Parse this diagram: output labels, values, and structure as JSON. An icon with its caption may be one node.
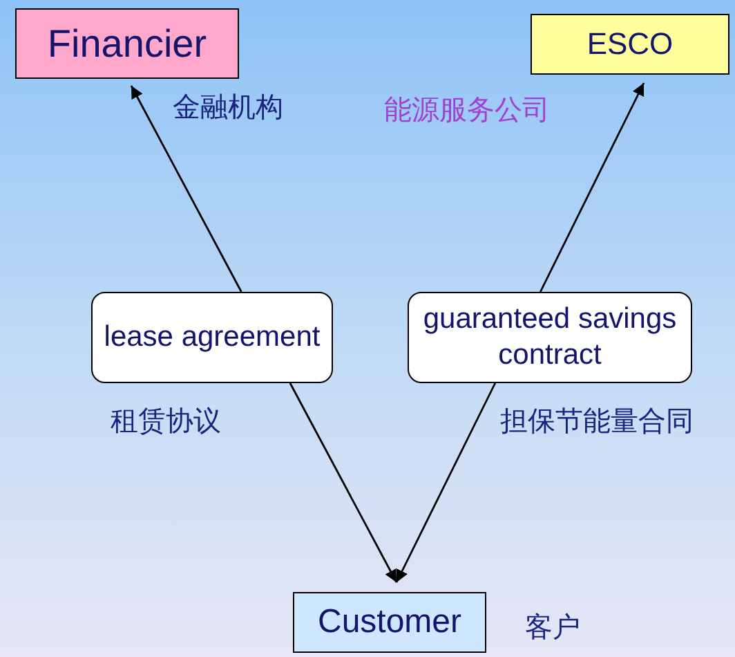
{
  "diagram": {
    "nodes": [
      {
        "text": [
          "Financier"
        ],
        "beside": [
          "金融机构"
        ]
      },
      {
        "text": [
          "ESCO"
        ],
        "beside": [
          "能源服务公司"
        ]
      },
      {
        "text": [
          "lease agreement"
        ],
        "beside": [
          "租赁协议"
        ]
      },
      {
        "text": [
          "guaranteed savings contract"
        ],
        "beside": [
          "担保节能量合同"
        ]
      },
      {
        "text": [
          "Customer"
        ],
        "beside": [
          "客户"
        ]
      }
    ],
    "edges": [
      {
        "from": 2,
        "to": 0,
        "arrow": "to"
      },
      {
        "from": 2,
        "to": 4,
        "arrow": "to"
      },
      {
        "from": 3,
        "to": 1,
        "arrow": "to"
      },
      {
        "from": 3,
        "to": 4,
        "arrow": "to"
      }
    ]
  }
}
